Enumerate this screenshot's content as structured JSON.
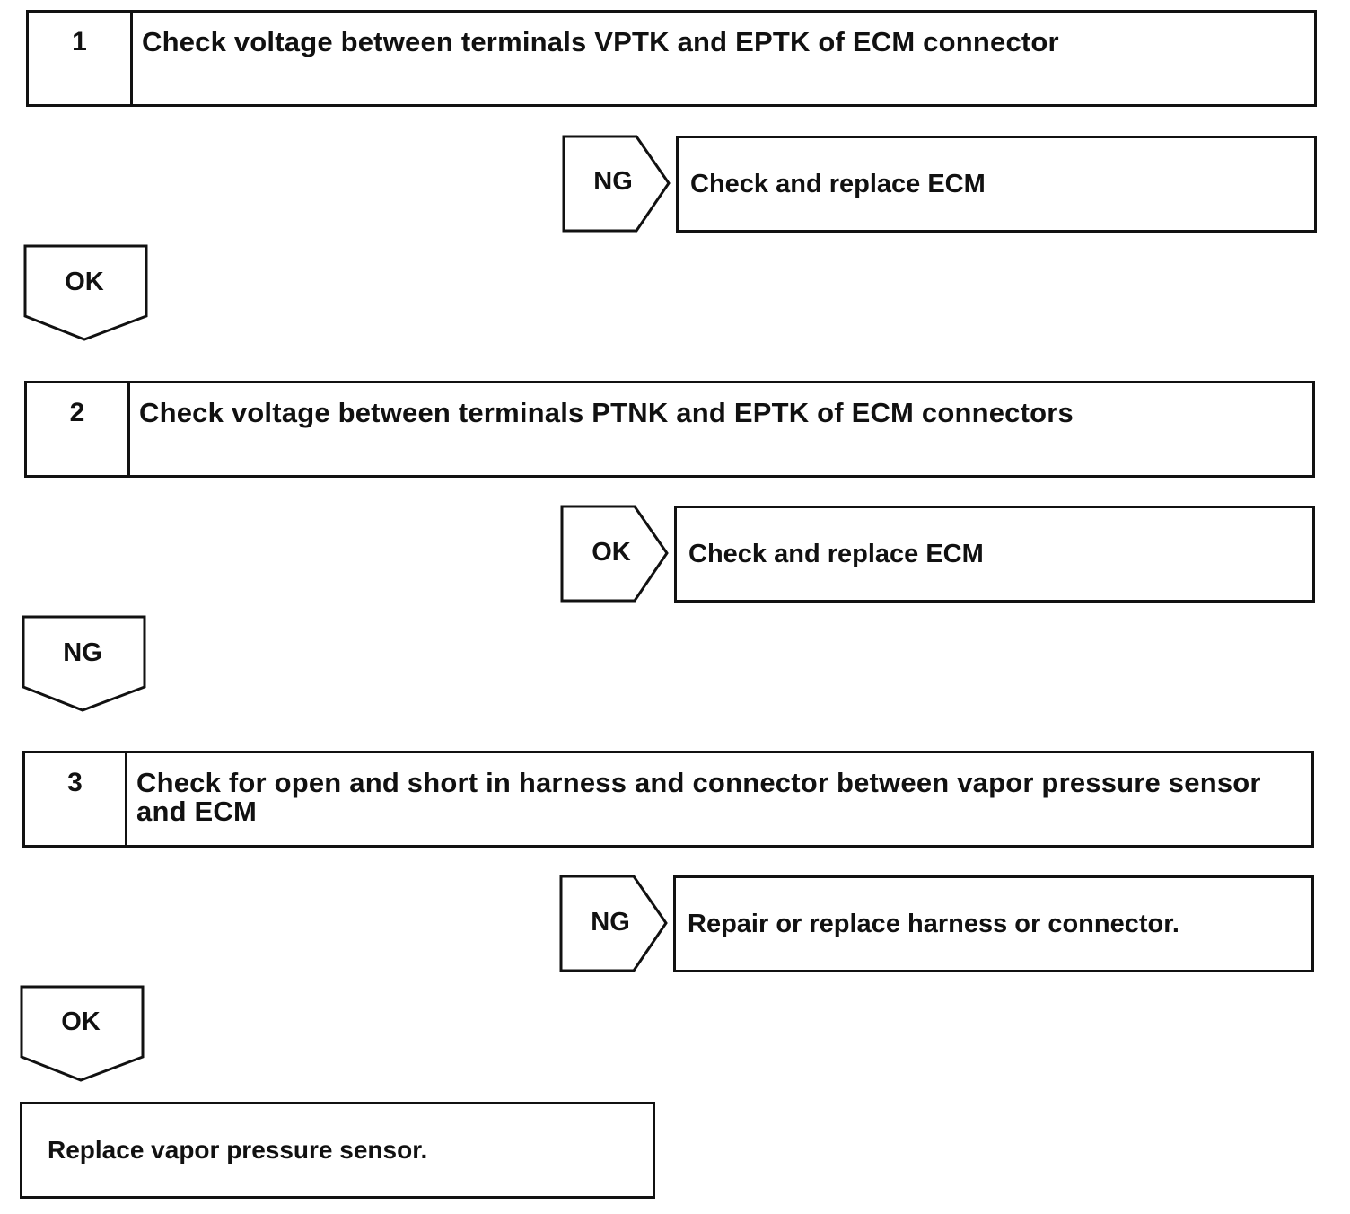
{
  "steps": [
    {
      "number": "1",
      "text": "Check voltage between terminals VPTK and EPTK of ECM connector",
      "side_result": "NG",
      "side_action": "Check and replace ECM",
      "down_result": "OK"
    },
    {
      "number": "2",
      "text": "Check voltage between terminals PTNK and EPTK of ECM connectors",
      "side_result": "OK",
      "side_action": "Check and replace ECM",
      "down_result": "NG"
    },
    {
      "number": "3",
      "text": "Check for open and short in harness and connector between vapor pressure sensor and ECM",
      "side_result": "NG",
      "side_action": "Repair or replace harness or connector.",
      "down_result": "OK"
    }
  ],
  "final_action": "Replace vapor pressure sensor."
}
